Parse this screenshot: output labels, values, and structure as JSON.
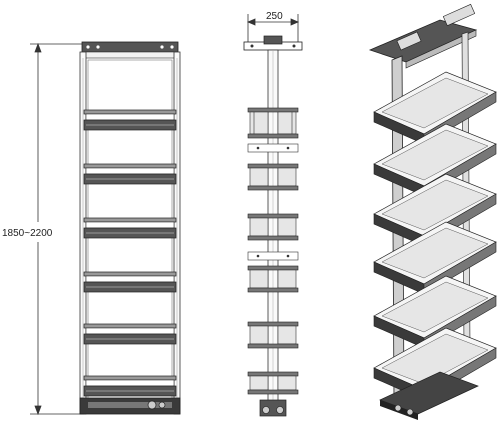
{
  "dimensions": {
    "height_label": "1850~2200",
    "width_label": "250"
  },
  "views": [
    "front",
    "side",
    "perspective"
  ],
  "shelf_count": 6,
  "colors": {
    "line": "#333333",
    "frame_dark": "#2e2e2e",
    "frame_mid": "#8a8a8a",
    "basket_light": "#d8d8d8",
    "panel": "#efefef"
  }
}
